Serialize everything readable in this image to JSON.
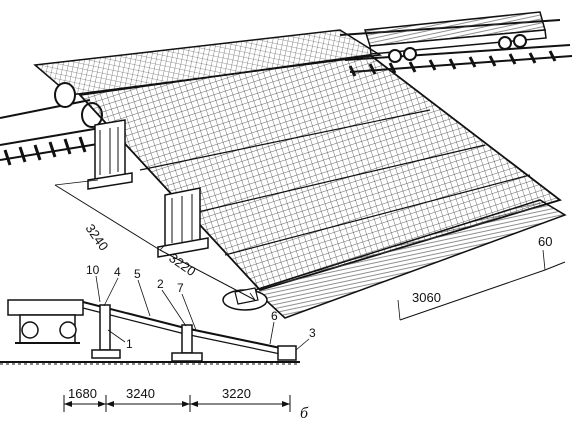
{
  "dimensions": {
    "top_3240": "3240",
    "top_3220": "3220",
    "top_3060": "3060",
    "top_60": "60",
    "bottom_1680": "1680",
    "bottom_3240": "3240",
    "bottom_3220": "3220"
  },
  "callouts": [
    "10",
    "4",
    "5",
    "2",
    "7",
    "6",
    "1",
    "3"
  ],
  "caption": "б",
  "colors": {
    "ink": "#111111",
    "paper": "#ffffff",
    "mesh": "#333333"
  }
}
